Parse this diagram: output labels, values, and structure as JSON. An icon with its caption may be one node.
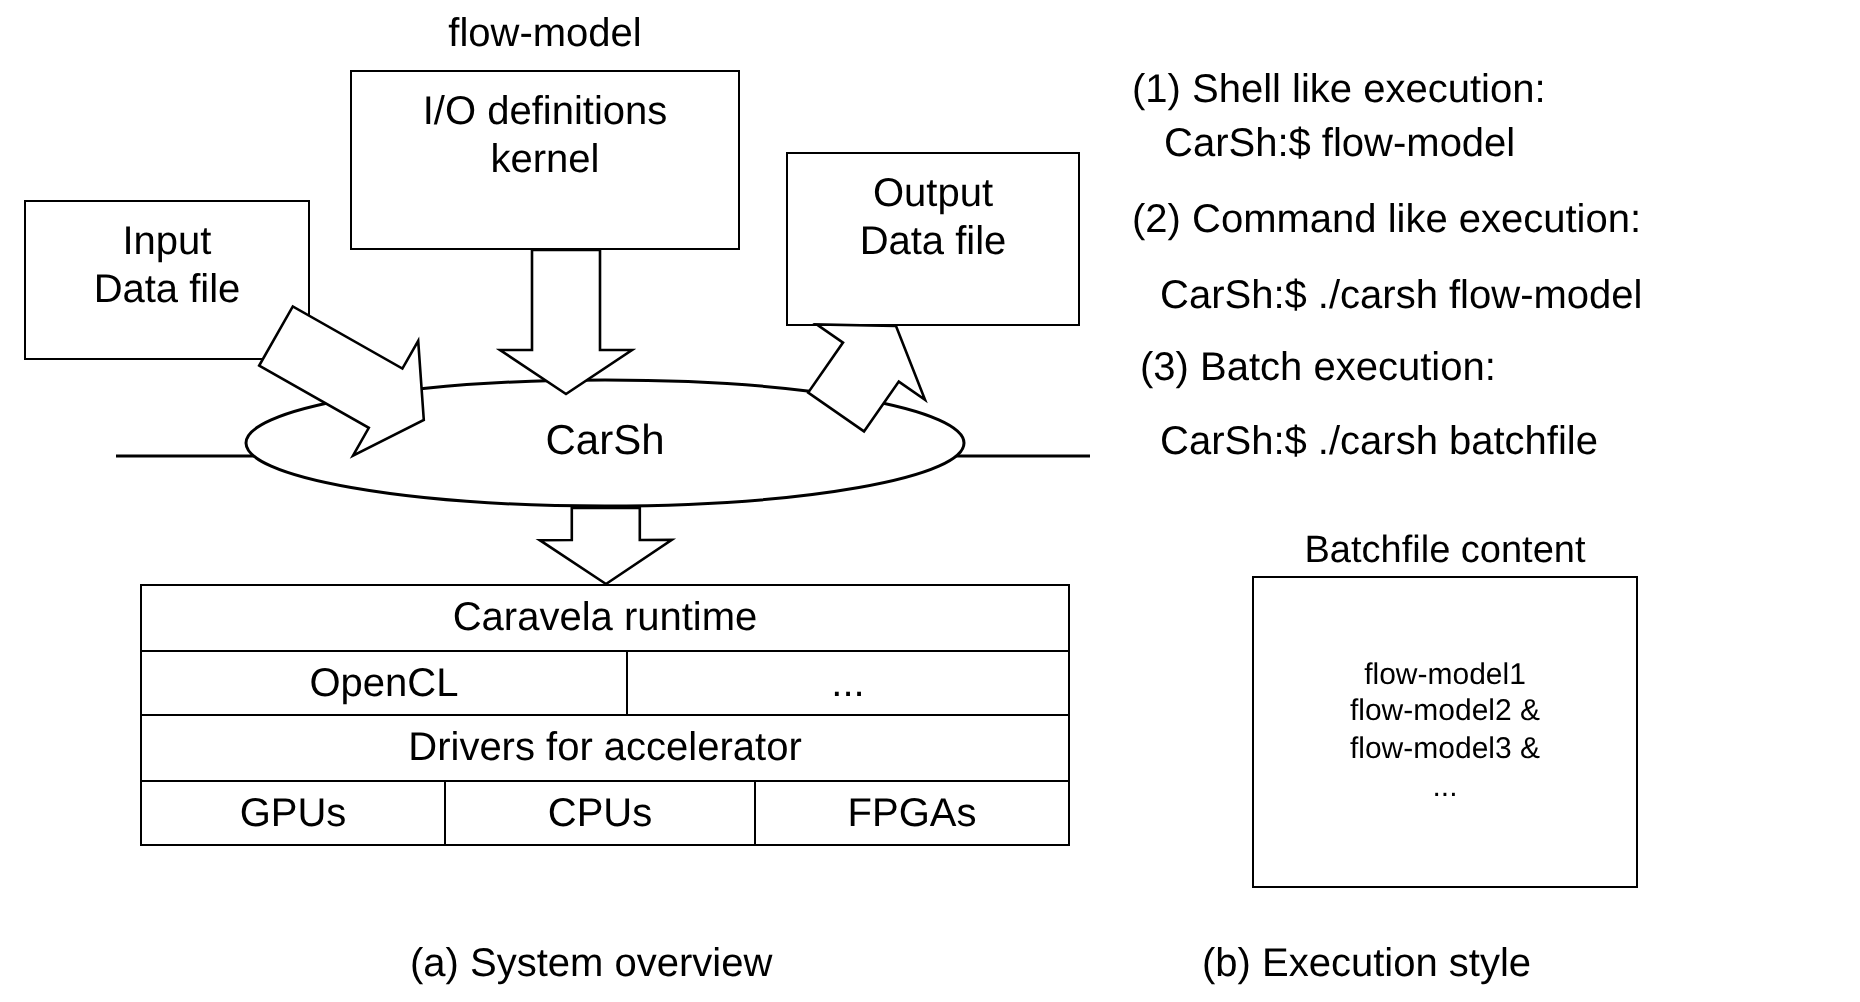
{
  "diagram": {
    "nodes": [
      {
        "text": [
          "I/O definitions kernel"
        ],
        "beside": [
          "flow-model"
        ]
      },
      {
        "text": [
          "Input Data file"
        ]
      },
      {
        "text": [
          "Output Data file"
        ]
      },
      {
        "text": [
          "CarSh"
        ]
      },
      {
        "text": [
          "Caravela runtime"
        ]
      },
      {
        "text": [
          "OpenCL"
        ]
      },
      {
        "text": [
          "..."
        ]
      },
      {
        "text": [
          "Drivers for accelerator"
        ]
      },
      {
        "text": [
          "GPUs"
        ]
      },
      {
        "text": [
          "CPUs"
        ]
      },
      {
        "text": [
          "FPGAs"
        ]
      },
      {
        "text": [
          "Batchfile content",
          "flow-model1",
          "flow-model2 &",
          "flow-model3 &",
          "..."
        ]
      }
    ],
    "edges": [
      {
        "from": 1,
        "to": 3,
        "arrow": "to",
        "style": "thick"
      },
      {
        "from": 0,
        "to": 3,
        "arrow": "to",
        "style": "thick"
      },
      {
        "from": 3,
        "to": 2,
        "arrow": "to",
        "style": "thick"
      },
      {
        "from": 3,
        "to": 4,
        "arrow": "to",
        "style": "thick"
      }
    ],
    "labels": [
      "(1) Shell like execution:",
      "CarSh:$ flow-model",
      "(2) Command like execution:",
      "CarSh:$ ./carsh flow-model",
      "(3) Batch execution:",
      "CarSh:$ ./carsh batchfile",
      "(a) System overview",
      "(b) Execution style"
    ]
  }
}
